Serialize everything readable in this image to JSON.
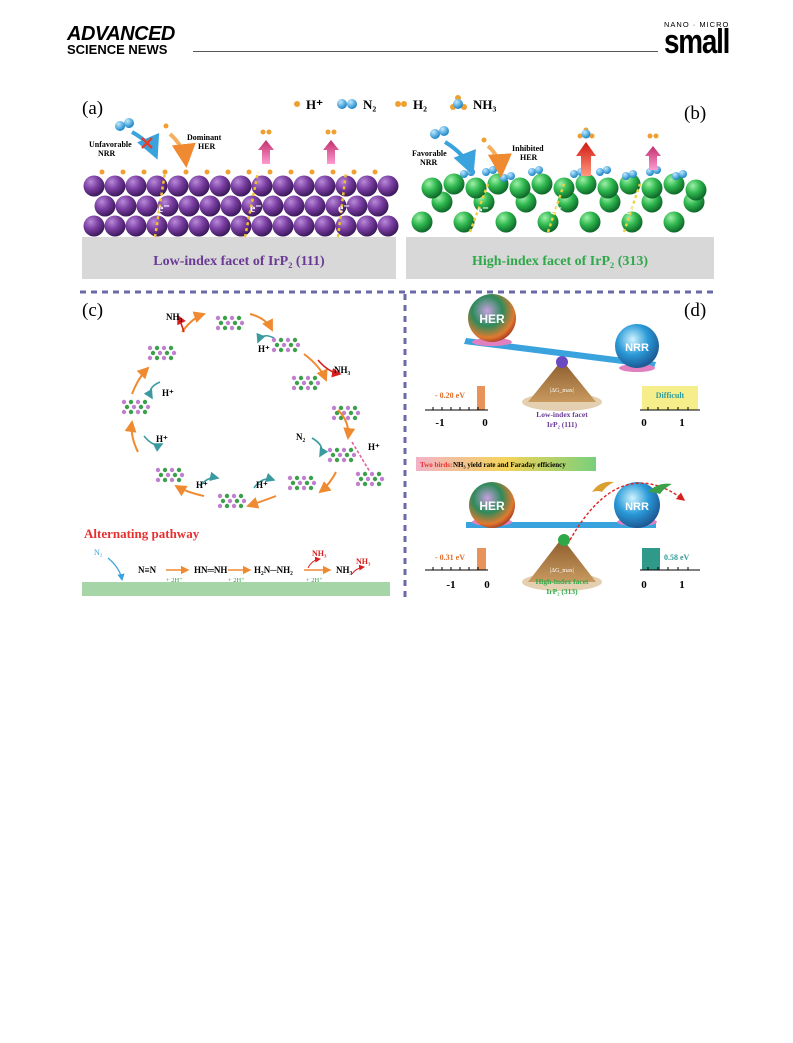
{
  "header": {
    "brand_line1": "ADVANCED",
    "brand_line2": "SCIENCE NEWS",
    "journal_small_caption": "NANO · MICRO",
    "journal_name": "small"
  },
  "legend": {
    "hplus": "H⁺",
    "n2": "N₂",
    "h2": "H₂",
    "nh3": "NH₃"
  },
  "panel_a": {
    "label": "(a)",
    "unfavorable": [
      "Unfavorable",
      "NRR"
    ],
    "dominant": [
      "Dominant",
      "HER"
    ],
    "electron": "e⁻",
    "footer": "Low-index facet of IrP₂ (111)"
  },
  "panel_b": {
    "label": "(b)",
    "favorable": [
      "Favorable",
      "NRR"
    ],
    "inhibited": [
      "Inhibited",
      "HER"
    ],
    "electron": "e⁻",
    "footer": "High-index facet of IrP₂ (313)"
  },
  "panel_c": {
    "label": "(c)",
    "cycle_labels": {
      "nh3_a": "NH₃",
      "nh3_b": "NH₃",
      "hplus_1": "H⁺",
      "hplus_2": "H⁺",
      "hplus_3": "H⁺",
      "hplus_4": "H⁺",
      "hplus_5": "H⁺",
      "hplus_6": "H⁺",
      "n2": "N₂"
    },
    "pathway_title": "Alternating pathway",
    "pathway": {
      "n2": "N₂",
      "s1": "N≡N",
      "s2": "HN═NH",
      "s3": "H₂N─NH₂",
      "s4": "NH₃",
      "step": "+ 2H⁺",
      "nh3_out1": "NH₃",
      "nh3_out2": "NH₃"
    }
  },
  "panel_d": {
    "label": "(d)",
    "her": "HER",
    "nrr": "NRR",
    "top": {
      "left_value": "- 0.20 eV",
      "right_value": "Difficult",
      "facet": [
        "Low-index facet",
        "IrP₂ (111)"
      ],
      "axis_left": [
        "-1",
        "0"
      ],
      "axis_right": [
        "0",
        "1"
      ],
      "pyramid": "|ΔG_max|"
    },
    "banner": {
      "prefix": "Two birds:",
      "text": "NH₃ yield rate and Faraday efficiency"
    },
    "bottom": {
      "left_value": "- 0.31 eV",
      "right_value": "0.58 eV",
      "facet": [
        "High-index facet",
        "IrP₂ (313)"
      ],
      "axis_left": [
        "-1",
        "0"
      ],
      "axis_right": [
        "0",
        "1"
      ],
      "pyramid": "|ΔG_max|"
    }
  },
  "colors": {
    "purple": "#7b3fa3",
    "green": "#2fb84f",
    "orange": "#f0a030",
    "slab": "#d8d8d8",
    "blue_bar": "#3aa3dd",
    "dash": "#6a6aa8"
  }
}
